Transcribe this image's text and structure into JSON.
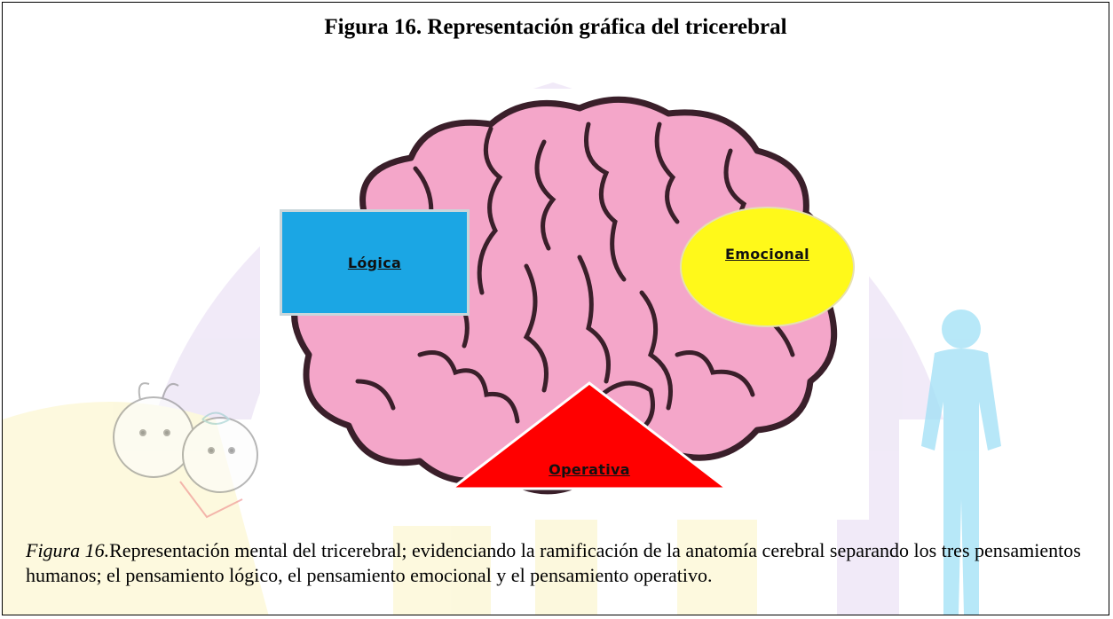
{
  "title": "Figura 16. Representación gráfica del tricerebral",
  "regions": {
    "logical": "Lógica",
    "emotional": "Emocional",
    "operative": "Operativa"
  },
  "caption": {
    "label": "Figura 16.",
    "text": "Representación mental del tricerebral; evidenciando la ramificación de la anatomía cerebral separando los tres pensamientos humanos; el pensamiento lógico, el pensamiento emocional y el pensamiento operativo."
  },
  "colors": {
    "brain_fill": "#f4a6c9",
    "brain_outline": "#3a1f2a",
    "logical_box": "#1ba6e4",
    "emotional_ellipse": "#fff91a",
    "operative_triangle": "#ff0000",
    "watermark_purple": "#e5d9f2",
    "watermark_yellow": "#fbf4c2",
    "watermark_cyan": "#c7ecf8"
  },
  "icons": {
    "brain": "brain-illustration",
    "watermark": "children-drawing-watermark"
  }
}
